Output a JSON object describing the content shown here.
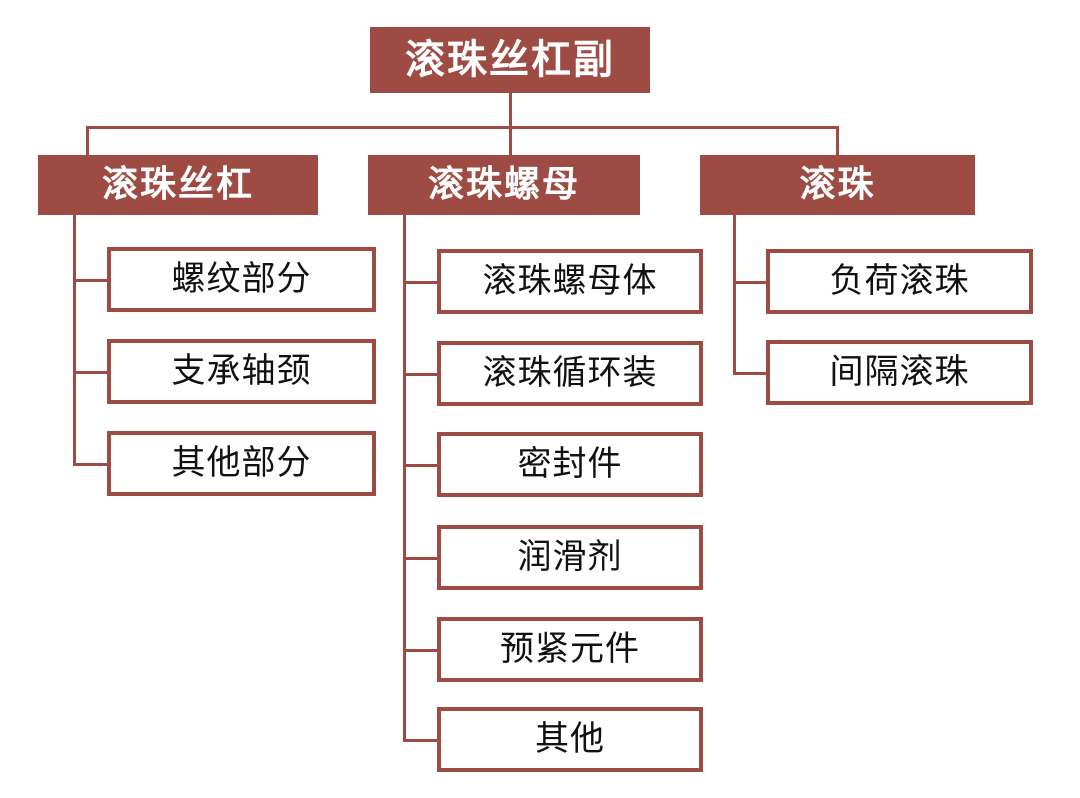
{
  "diagram": {
    "type": "hierarchy-tree",
    "title": "滚珠丝杠副",
    "accent_color": "#9e4b43",
    "leaf_fill": "#ffffff",
    "leaf_text_color": "#111111",
    "node_text_color": "#ffffff",
    "background": "#ffffff"
  },
  "root": {
    "label": "滚珠丝杠副"
  },
  "branches": [
    {
      "label": "滚珠丝杠",
      "children": [
        {
          "label": "螺纹部分"
        },
        {
          "label": "支承轴颈"
        },
        {
          "label": "其他部分"
        }
      ]
    },
    {
      "label": "滚珠螺母",
      "children": [
        {
          "label": "滚珠螺母体"
        },
        {
          "label": "滚珠循环装"
        },
        {
          "label": "密封件"
        },
        {
          "label": "润滑剂"
        },
        {
          "label": "预紧元件"
        },
        {
          "label": "其他"
        }
      ]
    },
    {
      "label": "滚珠",
      "children": [
        {
          "label": "负荷滚珠"
        },
        {
          "label": "间隔滚珠"
        }
      ]
    }
  ]
}
